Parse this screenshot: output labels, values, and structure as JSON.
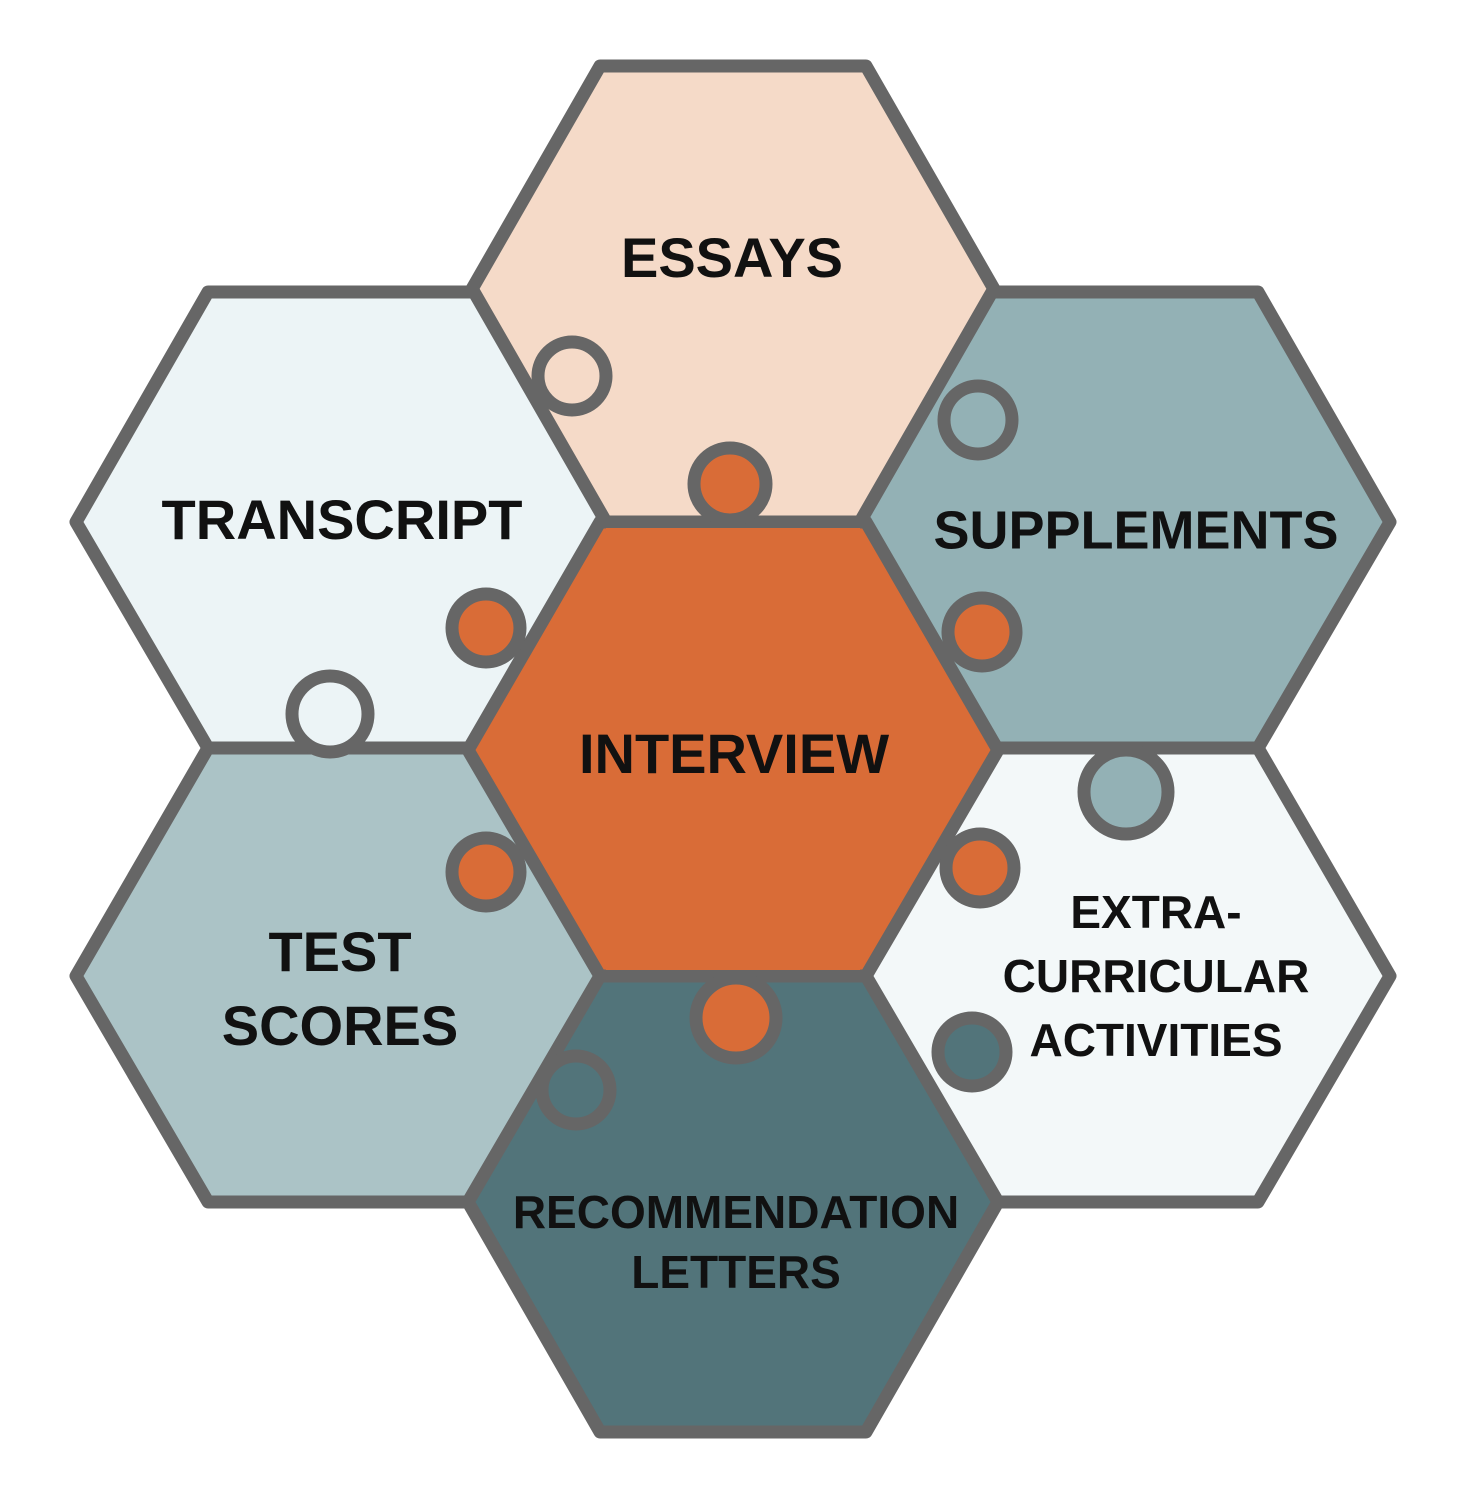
{
  "colors": {
    "essays": "#f5dac8",
    "transcript": "#ecf4f6",
    "supplements": "#93b1b5",
    "interview": "#d96c37",
    "test_scores": "#abc3c6",
    "extracurricular": "#f3f8f9",
    "recommendation": "#52747a",
    "outline": "#666666"
  },
  "pieces": {
    "essays": {
      "label": "ESSAYS"
    },
    "transcript": {
      "label": "TRANSCRIPT"
    },
    "supplements": {
      "label": "SUPPLEMENTS"
    },
    "interview": {
      "label": "INTERVIEW"
    },
    "test_scores": {
      "line1": "TEST",
      "line2": "SCORES"
    },
    "extracurricular": {
      "line1": "EXTRA-",
      "line2": "CURRICULAR",
      "line3": "ACTIVITIES"
    },
    "recommendation": {
      "line1": "RECOMMENDATION",
      "line2": "LETTERS"
    }
  }
}
